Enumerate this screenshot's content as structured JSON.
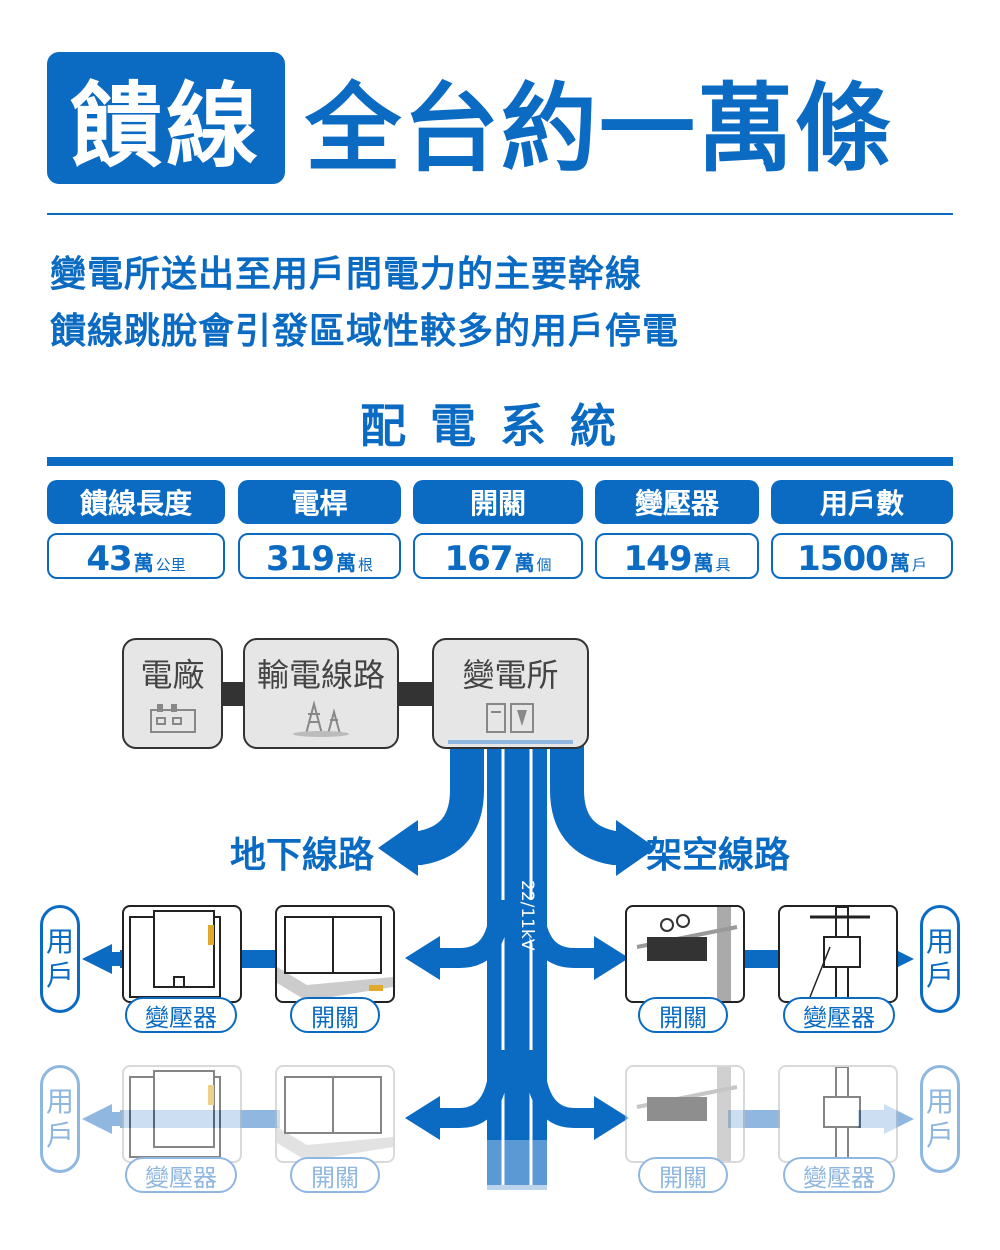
{
  "header": {
    "badge": "饋線",
    "title": "全台約一萬條"
  },
  "subtitle": {
    "line1": "變電所送出至用戶間電力的主要幹線",
    "line2": "饋線跳脫會引發區域性較多的用戶停電"
  },
  "section_title": "配電系統",
  "stats": [
    {
      "label": "饋線長度",
      "value": "43",
      "unit": "萬",
      "sub": "公里"
    },
    {
      "label": "電桿",
      "value": "319",
      "unit": "萬",
      "sub": "根"
    },
    {
      "label": "開關",
      "value": "167",
      "unit": "萬",
      "sub": "個"
    },
    {
      "label": "變壓器",
      "value": "149",
      "unit": "萬",
      "sub": "具"
    },
    {
      "label": "用戶數",
      "value": "1500",
      "unit": "萬",
      "sub": "戶"
    }
  ],
  "chain": {
    "plant": "電廠",
    "transmission": "輸電線路",
    "substation": "變電所"
  },
  "branches": {
    "underground": "地下線路",
    "overhead": "架空線路",
    "voltage": "22/11kV"
  },
  "equipment": {
    "transformer": "變壓器",
    "switch": "開關",
    "customer": "用戶"
  },
  "colors": {
    "primary": "#0b6bc3",
    "light": "#8fb7e0",
    "node_fill": "#e6e6e6"
  }
}
